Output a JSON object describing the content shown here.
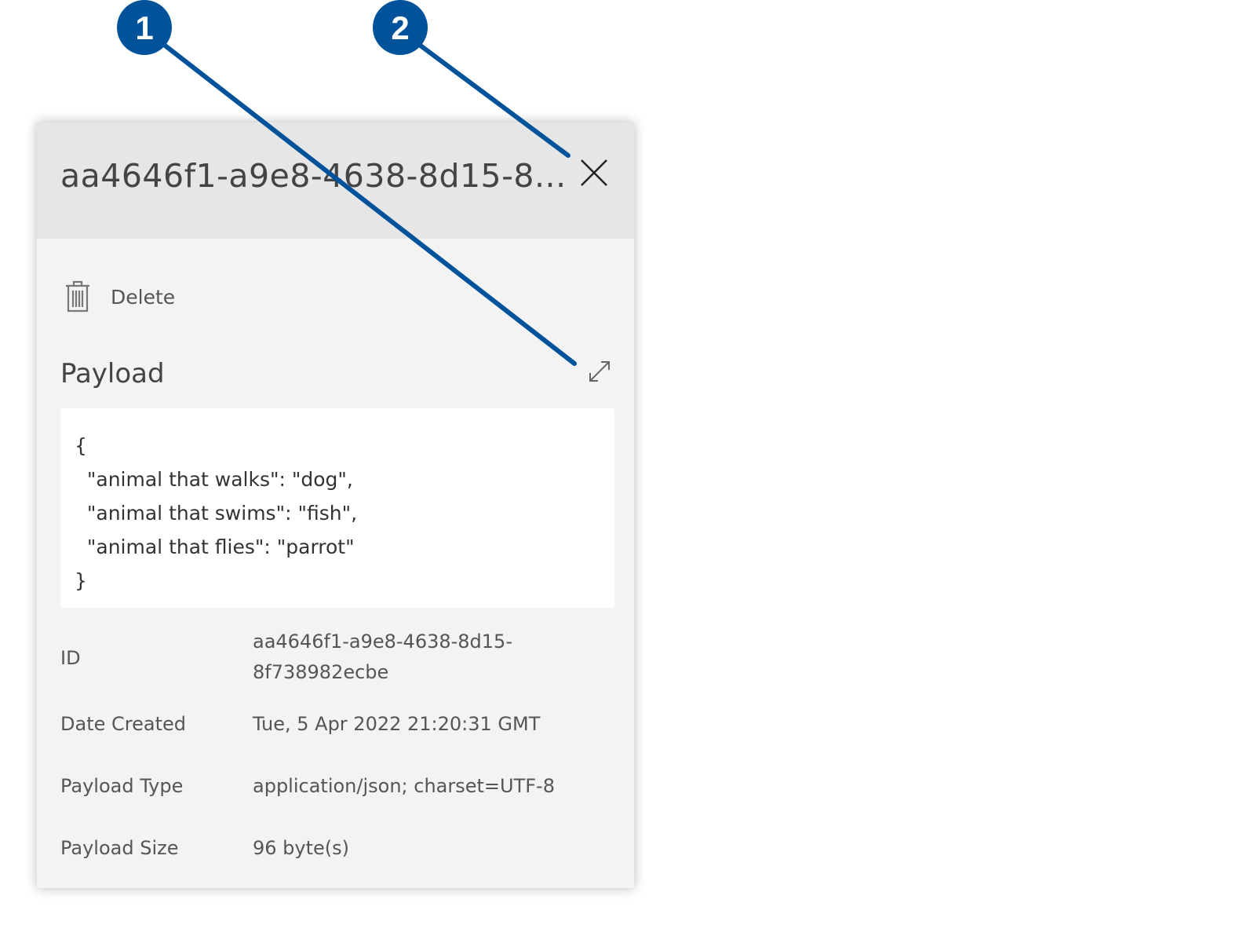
{
  "header": {
    "title": "aa4646f1-a9e8-4638-8d15-8...",
    "close_icon": "close-icon"
  },
  "actions": {
    "delete_label": "Delete",
    "delete_icon": "trash-icon"
  },
  "payload": {
    "label": "Payload",
    "expand_icon": "expand-icon",
    "lines": [
      "{",
      "  \"animal that walks\": \"dog\",",
      "  \"animal that swims\": \"fish\",",
      "  \"animal that flies\": \"parrot\"",
      "}"
    ]
  },
  "details": [
    {
      "key": "ID",
      "value": "aa4646f1-a9e8-4638-8d15-8f738982ecbe",
      "value_lines": [
        "aa4646f1-a9e8-4638-8d15-",
        "8f738982ecbe"
      ]
    },
    {
      "key": "Date Created",
      "value": "Tue, 5 Apr 2022 21:20:31 GMT"
    },
    {
      "key": "Payload Type",
      "value": "application/json; charset=UTF-8"
    },
    {
      "key": "Payload Size",
      "value": "96 byte(s)"
    }
  ],
  "callouts": [
    {
      "number": "1"
    },
    {
      "number": "2"
    }
  ],
  "colors": {
    "callout": "#00529b",
    "header_bg": "#e6e6e6",
    "panel_bg": "#f3f3f3"
  }
}
